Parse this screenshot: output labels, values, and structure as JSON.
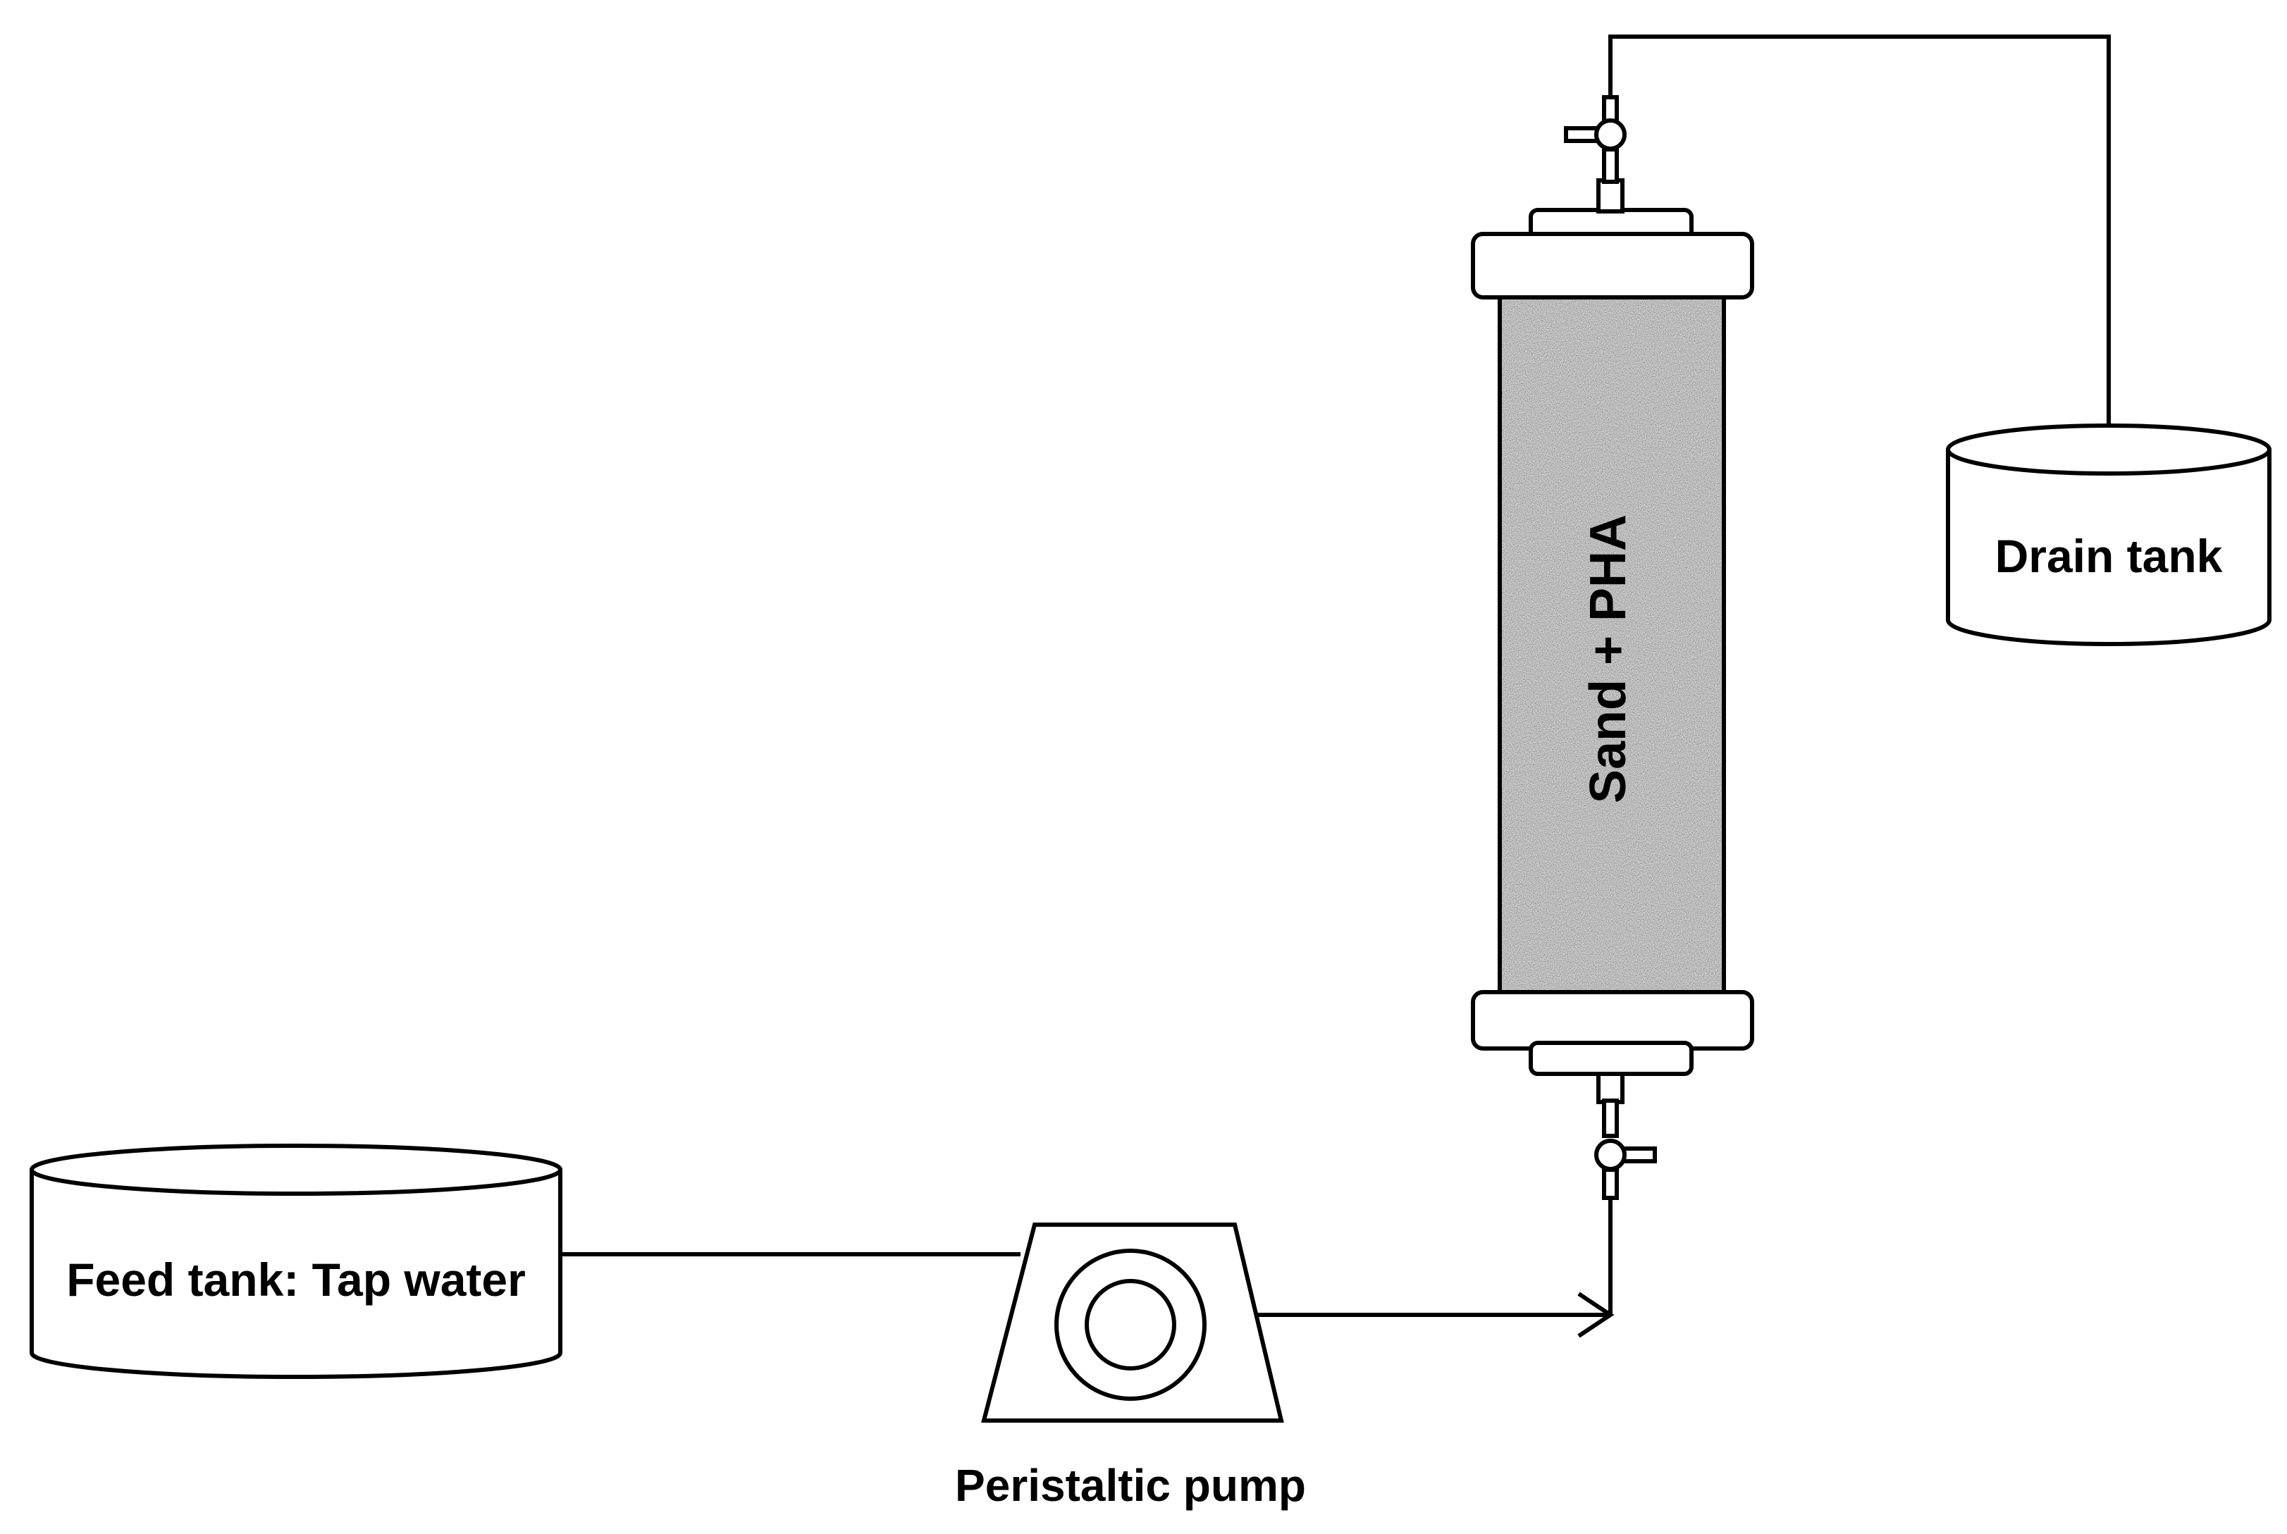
{
  "labels": {
    "feed_tank": "Feed tank: Tap water",
    "pump": "Peristaltic pump",
    "column": "Sand + PHA",
    "drain_tank": "Drain tank"
  },
  "colors": {
    "stroke": "#000000",
    "background": "#ffffff",
    "column_fill": "#9a9a9a"
  },
  "icons": {
    "pump": "pump-icon",
    "valve": "three-way-valve-icon"
  }
}
